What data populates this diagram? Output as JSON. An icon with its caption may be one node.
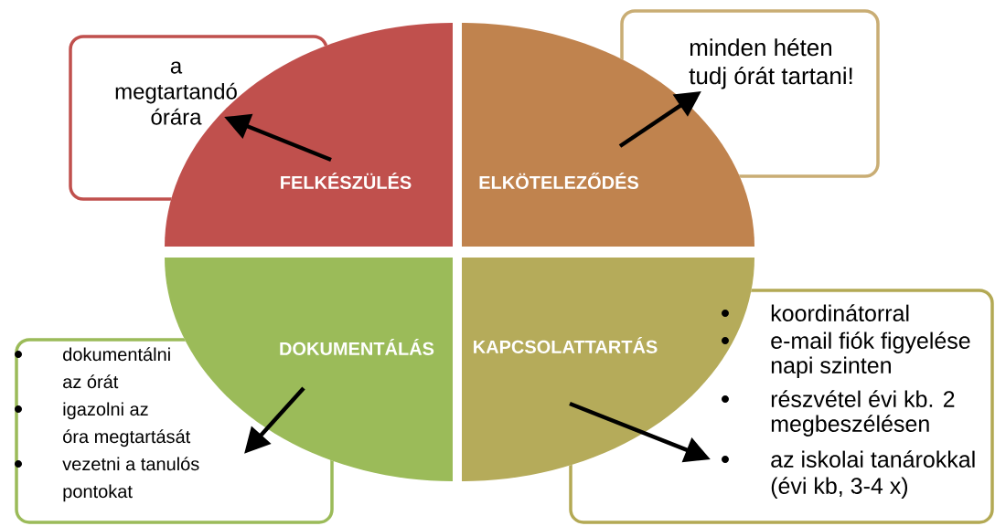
{
  "diagram": {
    "nodes": [
      {
        "text": [
          "a megtartandó órára"
        ]
      },
      {
        "text": [
          "minden héten tudj órát tartani!"
        ]
      },
      {
        "text": [
          "FELKÉSZÜLÉS"
        ]
      },
      {
        "text": [
          "ELKÖTELEZŐDÉS"
        ]
      },
      {
        "text": [
          "DOKUMENTÁLÁS"
        ]
      },
      {
        "text": [
          "KAPCSOLATTARTÁS"
        ]
      },
      {
        "text": [
          "dokumentálni az órát",
          "igazolni az óra megtartását",
          "vezetni a tanulós pontokat"
        ]
      },
      {
        "text": [
          "koordinátorral",
          "e-mail fiók figyelése napi szinten",
          "részvétel évi kb. 2 megbeszélésen",
          "az iskolai tanárokkal (évi kb, 3-4 x)"
        ]
      }
    ],
    "edges": [
      {
        "from": 2,
        "to": 0,
        "arrow": "to"
      },
      {
        "from": 3,
        "to": 1,
        "arrow": "to"
      },
      {
        "from": 4,
        "to": 6,
        "arrow": "to"
      },
      {
        "from": 5,
        "to": 7,
        "arrow": "to"
      }
    ]
  }
}
